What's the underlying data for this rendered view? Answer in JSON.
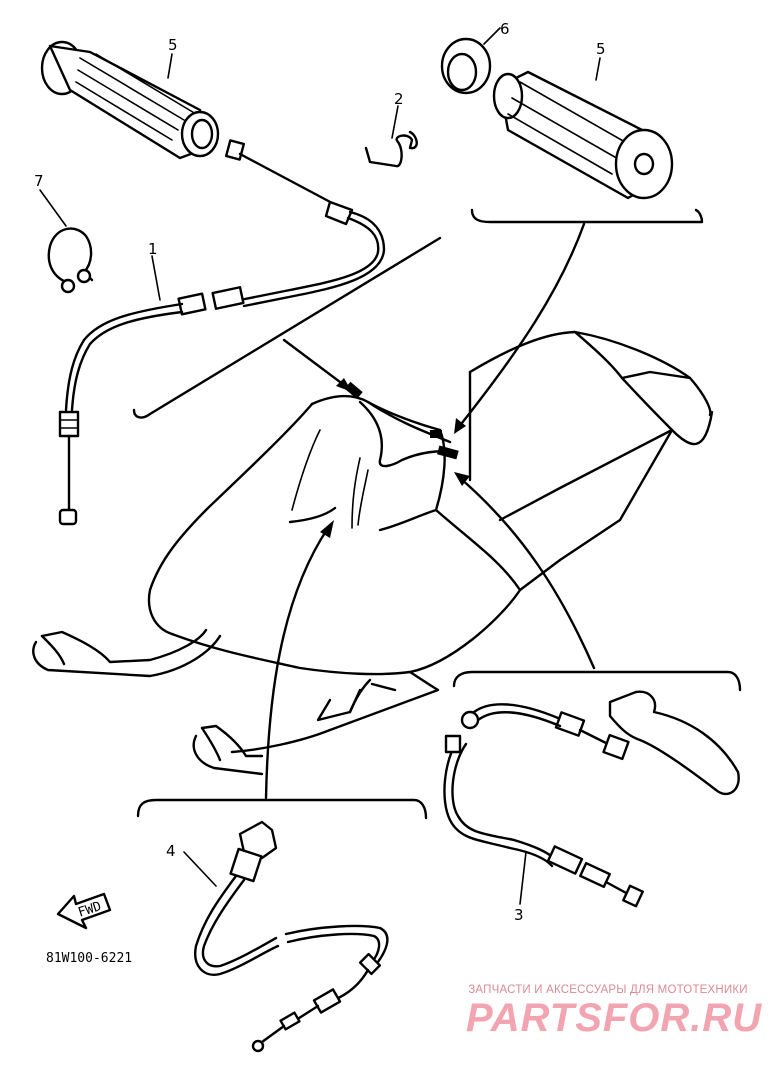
{
  "callouts": {
    "c1": "1",
    "c2": "2",
    "c3": "3",
    "c4": "4",
    "c5a": "5",
    "c5b": "5",
    "c6": "6",
    "c7": "7"
  },
  "arrow_badge": "FWD",
  "diagram_code": "81W100-6221",
  "watermark": {
    "top": "ЗАПЧАСТИ И АКСЕССУАРЫ ДЛЯ МОТОТЕХНИКИ",
    "main": "PARTSFOR.RU"
  },
  "colors": {
    "line": "#000000",
    "watermark": "#f2a5b0"
  }
}
